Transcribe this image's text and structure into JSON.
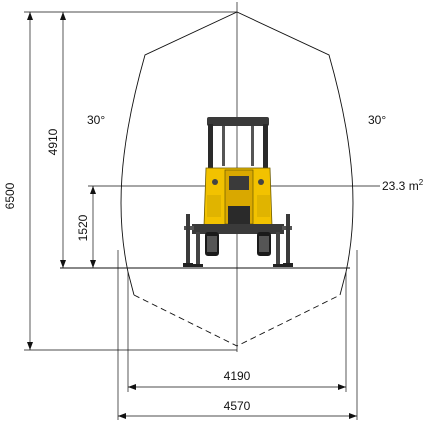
{
  "dimensions": {
    "total_height": "6500",
    "top_to_floor_height": "4910",
    "drill_height": "1520",
    "inner_width": "4190",
    "outer_width": "4570",
    "cross_section_area": "23.3 m",
    "area_unit_superscript": "2"
  },
  "angles": {
    "left": "30°",
    "right": "30°"
  },
  "colors": {
    "machine_body": "#F2C200",
    "machine_dark": "#2a2a2a",
    "lines": "#111111"
  }
}
